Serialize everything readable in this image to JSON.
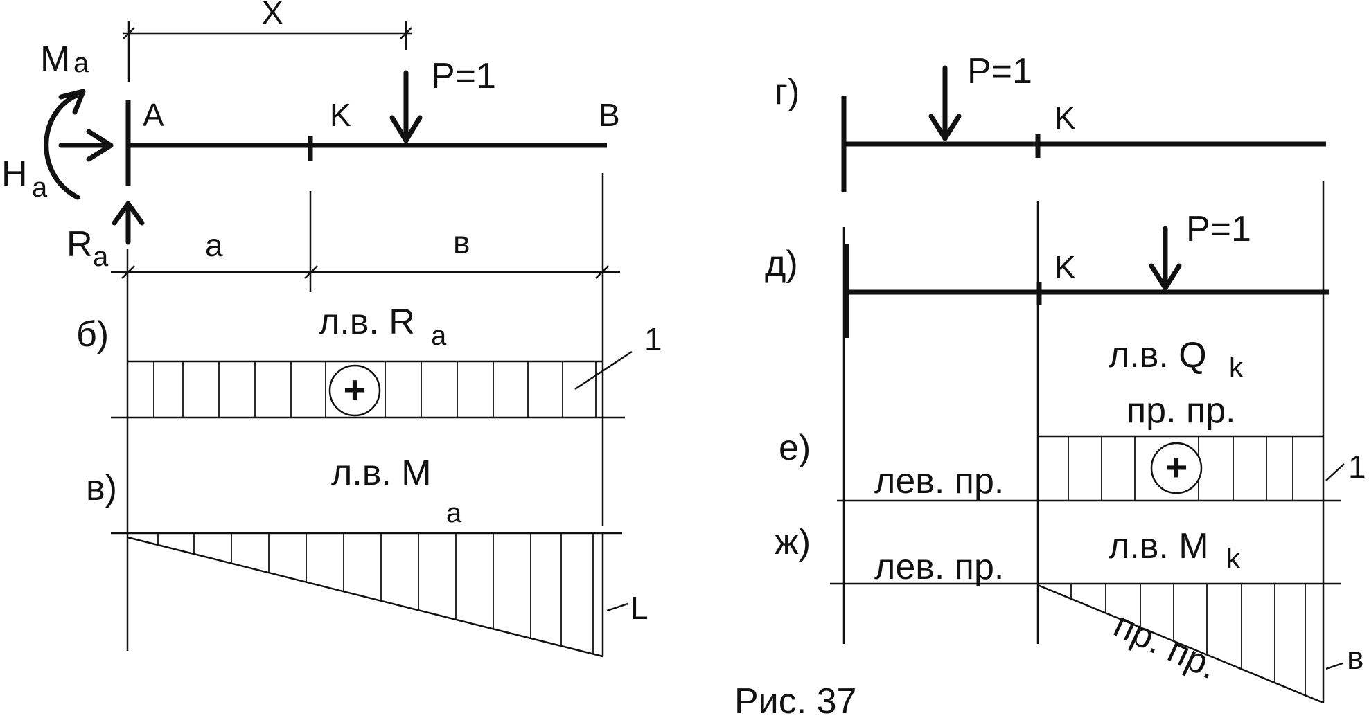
{
  "figure": {
    "caption": "Рис. 37"
  },
  "left": {
    "moment_label": "M",
    "moment_sub": "a",
    "horiz_label": "H",
    "horiz_sub": "a",
    "react_label": "R",
    "react_sub": "a",
    "pt_a": "A",
    "pt_k": "K",
    "pt_b": "B",
    "force": "P=1",
    "dim_x": "X",
    "dim_a": "a",
    "dim_b": "в",
    "b_panel": {
      "letter": "б)",
      "title_prefix": "л.в. R",
      "title_sub": "a",
      "sign": "+",
      "value": "1"
    },
    "v_panel": {
      "letter": "в)",
      "title_prefix": "л.в. M",
      "title_sub": "a",
      "value": "L"
    }
  },
  "right": {
    "g_panel": {
      "letter": "г)",
      "force": "P=1",
      "pt_k": "K"
    },
    "d_panel": {
      "letter": "д)",
      "force": "P=1",
      "pt_k": "K"
    },
    "e_panel": {
      "letter": "е)",
      "title_prefix": "л.в. Q",
      "title_sub": "k",
      "right_label": "пр. пр.",
      "left_label": "лев. пр.",
      "sign": "+",
      "value": "1"
    },
    "zh_panel": {
      "letter": "ж)",
      "title_prefix": "л.в. M",
      "title_sub": "k",
      "left_label": "лев. пр.",
      "right_label": "пр. пр.",
      "value": "в"
    }
  }
}
